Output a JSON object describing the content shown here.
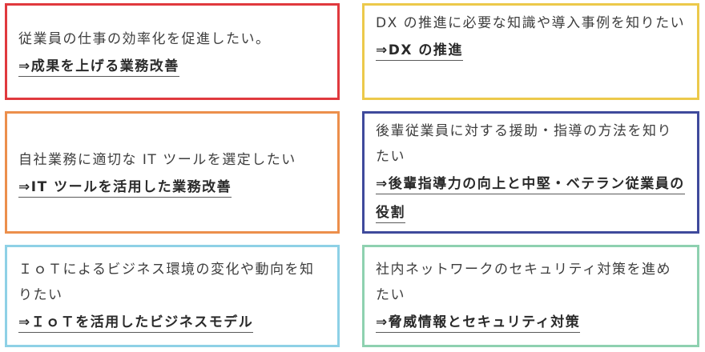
{
  "cards": [
    {
      "description": "従業員の仕事の効率化を促進したい。",
      "link": "⇒成果を上げる業務改善",
      "border_color": "#e0393e"
    },
    {
      "description": "DX の推進に必要な知識や導入事例を知りたい",
      "link": "⇒DX の推進",
      "border_color": "#ecc94b"
    },
    {
      "description": "自社業務に適切な IT ツールを選定したい",
      "link": "⇒IT ツールを活用した業務改善",
      "border_color": "#ec8f4c"
    },
    {
      "description": "後輩従業員に対する援助・指導の方法を知りたい",
      "link": "⇒後輩指導力の向上と中堅・ベテラン従業員の役割",
      "border_color": "#3f4a9c"
    },
    {
      "description": "ＩｏＴによるビジネス環境の変化や動向を知りたい",
      "link": "⇒ＩｏＴを活用したビジネスモデル",
      "border_color": "#8ed1e6"
    },
    {
      "description": "社内ネットワークのセキュリティ対策を進めたい",
      "link": "⇒脅威情報とセキュリティ対策",
      "border_color": "#8ed1b0"
    }
  ]
}
